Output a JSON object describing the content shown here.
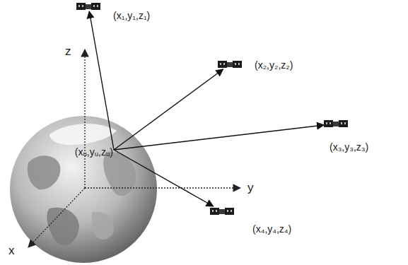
{
  "diagram": {
    "nodes": [
      {
        "text": [
          "(xᵤ,yᵤ,zᵤ)"
        ]
      },
      {
        "text": [
          "(x₁,y₁,z₁)"
        ]
      },
      {
        "text": [
          "(x₂,y₂,z₂)"
        ]
      },
      {
        "text": [
          "(x₃,y₃,z₃)"
        ]
      },
      {
        "text": [
          "(x₄,y₄,z₄)"
        ]
      }
    ],
    "edges": [
      {
        "from": 0,
        "to": 1,
        "arrow": "to"
      },
      {
        "from": 0,
        "to": 2,
        "arrow": "to"
      },
      {
        "from": 0,
        "to": 3,
        "arrow": "to"
      },
      {
        "from": 0,
        "to": 4,
        "arrow": "to"
      }
    ],
    "labels": [
      "z",
      "y",
      "x"
    ]
  }
}
